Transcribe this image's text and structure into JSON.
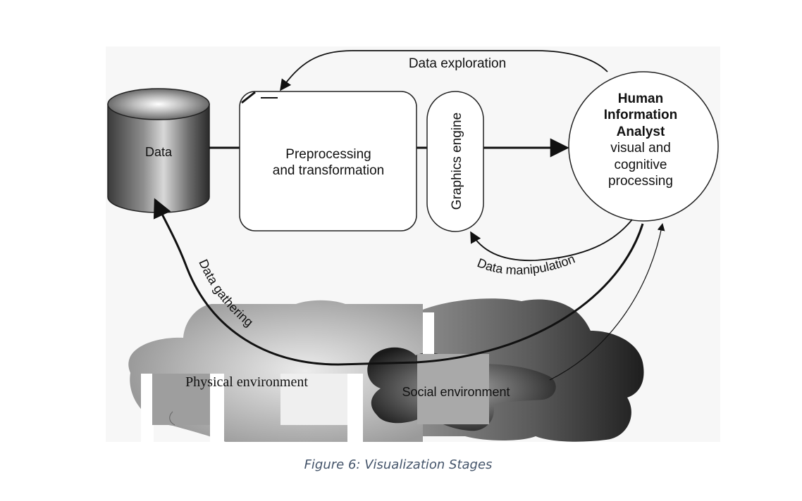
{
  "diagram": {
    "nodes": {
      "data_store": {
        "label": "Data"
      },
      "preprocessing": {
        "line1": "Preprocessing",
        "line2": "and transformation"
      },
      "graphics_engine": {
        "label": "Graphics engine"
      },
      "analyst": {
        "title1": "Human",
        "title2": "Information",
        "title3": "Analyst",
        "sub1": "visual and",
        "sub2": "cognitive",
        "sub3": "processing"
      },
      "physical_env": {
        "label": "Physical environment"
      },
      "social_env": {
        "label": "Social environment"
      }
    },
    "edges": {
      "exploration": {
        "label": "Data exploration"
      },
      "manipulation": {
        "label": "Data manipulation"
      },
      "gathering": {
        "label": "Data gathering"
      }
    }
  },
  "caption": "Figure 6: Visualization Stages"
}
